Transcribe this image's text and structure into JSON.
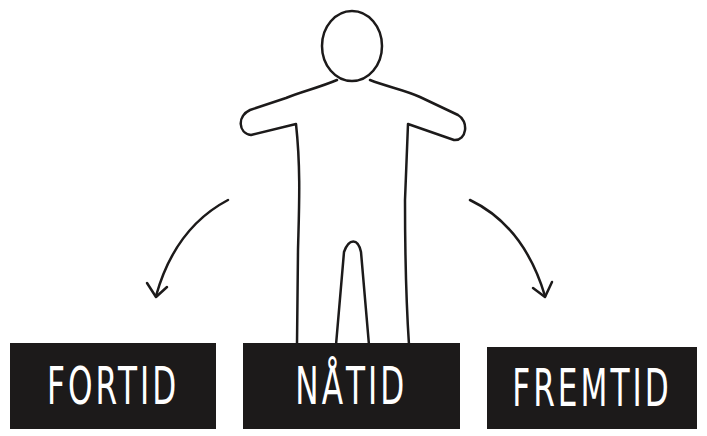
{
  "diagram": {
    "nodes": [
      {
        "text": [
          "FORTID"
        ]
      },
      {
        "text": [
          "NÅTID"
        ]
      },
      {
        "text": [
          "FREMTID"
        ]
      }
    ]
  }
}
